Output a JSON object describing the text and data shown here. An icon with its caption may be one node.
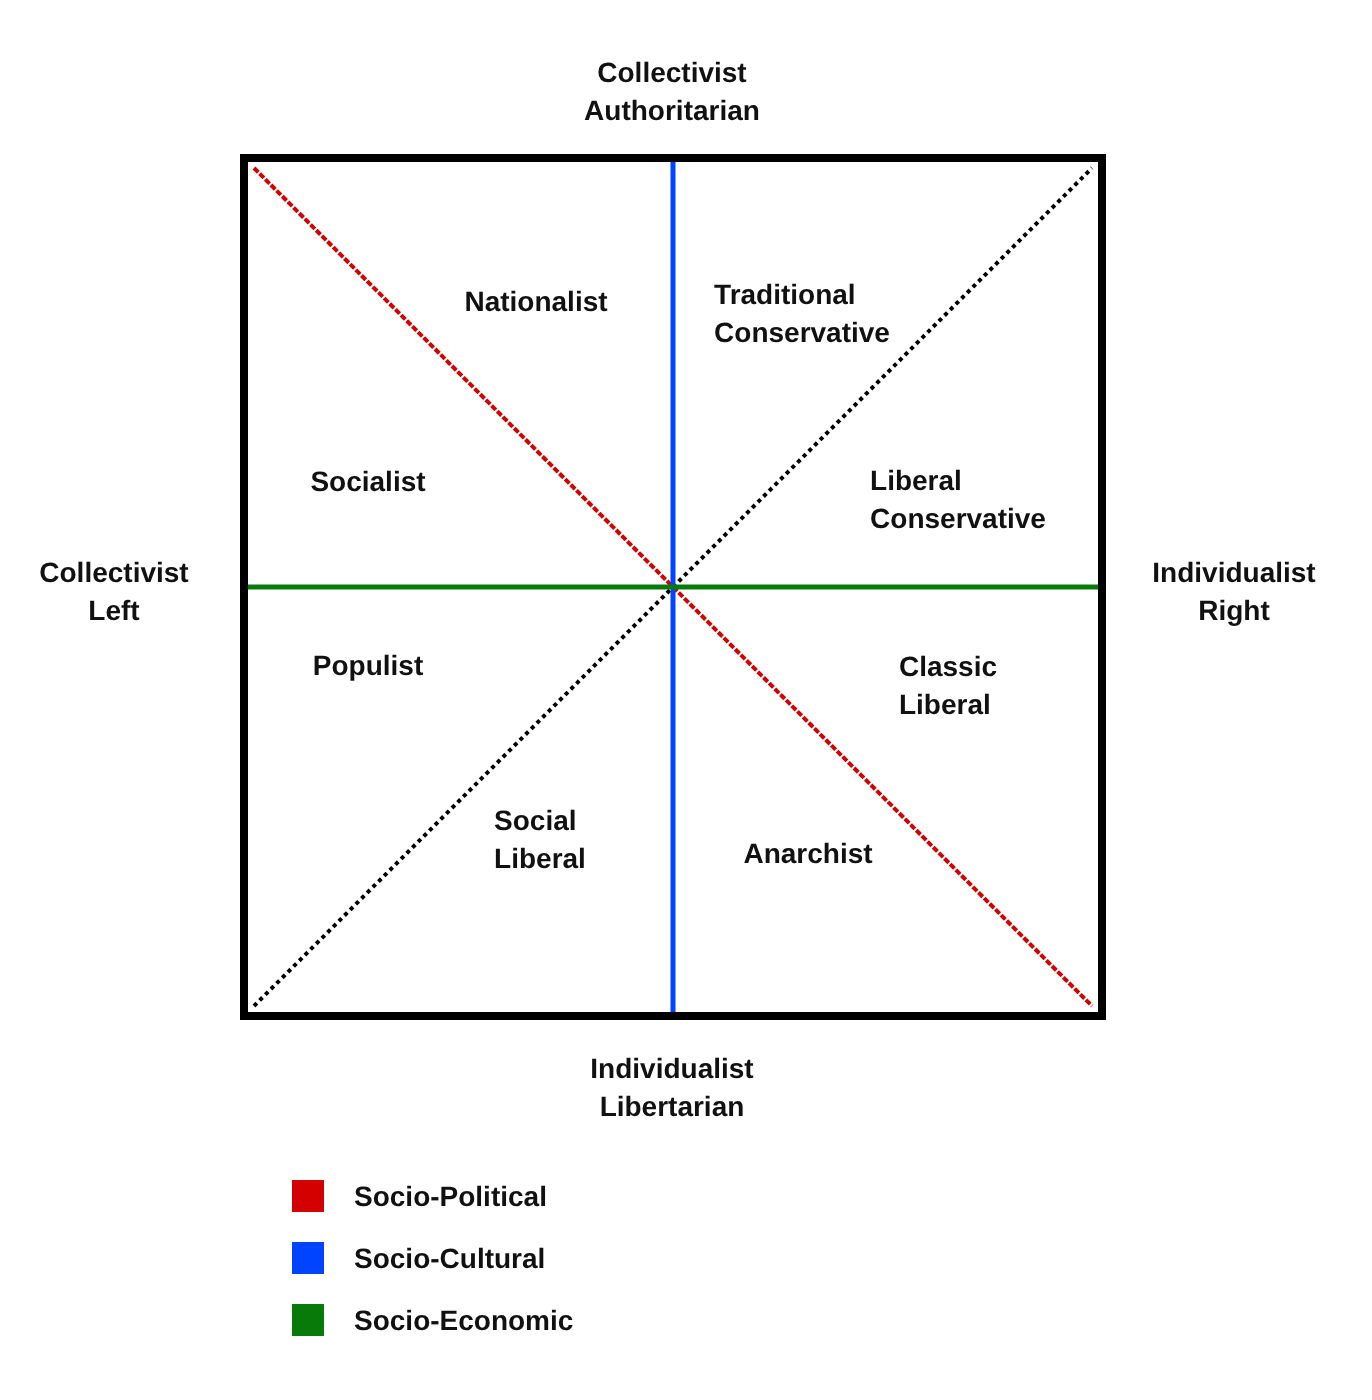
{
  "diagram": {
    "labels": [
      "Collectivist Authoritarian",
      "Nationalist",
      "Traditional Conservative",
      "Socialist",
      "Liberal Conservative",
      "Collectivist Left",
      "Individualist Right",
      "Populist",
      "Classic Liberal",
      "Social Liberal",
      "Anarchist",
      "Individualist Libertarian"
    ],
    "legend": [
      {
        "text": "Socio-Political",
        "color": "#d40000"
      },
      {
        "text": "Socio-Cultural",
        "color": "#0044ff"
      },
      {
        "text": "Socio-Economic",
        "color": "#087a0a"
      }
    ]
  }
}
